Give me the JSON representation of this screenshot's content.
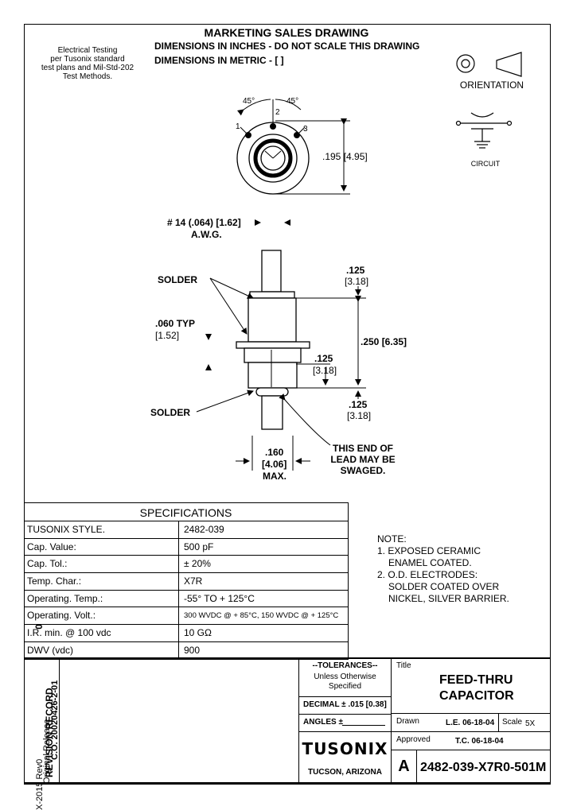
{
  "header": {
    "title": "MARKETING SALES DRAWING",
    "line1": "DIMENSIONS IN INCHES - DO NOT SCALE THIS DRAWING",
    "line2": "DIMENSIONS IN METRIC - [  ]"
  },
  "testing_note": [
    "Electrical Testing",
    "per Tusonix standard",
    "test plans and Mil-Std-202",
    "Test Methods."
  ],
  "orientation_label": "ORIENTATION",
  "circuit_label": "CIRCUIT",
  "top_view": {
    "angle_left": "45°",
    "angle_right": "45°",
    "pin1": "1",
    "pin2": "2",
    "pin3": "3",
    "dim_height": ".195 [4.95]"
  },
  "wire": {
    "gauge": "# 14 (.064) [1.62]",
    "awg": "A.W.G."
  },
  "side_view": {
    "solder_top": "SOLDER",
    "solder_bottom": "SOLDER",
    "typ_1": ".060 TYP",
    "typ_2": "[1.52]",
    "dim_a1": ".125",
    "dim_a2": "[3.18]",
    "dim_total": ".250 [6.35]",
    "dim_b1": ".125",
    "dim_b2": "[3.18]",
    "dim_c1": ".125",
    "dim_c2": "[3.18]",
    "dia_1": ".160",
    "dia_2": "[4.06]",
    "dia_3": "MAX.",
    "swage": [
      "THIS END OF",
      "LEAD MAY BE",
      "SWAGED."
    ]
  },
  "specifications": {
    "title": "SPECIFICATIONS",
    "rows": [
      {
        "key": "TUSONIX  STYLE.",
        "value": "2482-039"
      },
      {
        "key": "Cap. Value:",
        "value": "500 pF"
      },
      {
        "key": "Cap.  Tol.:",
        "value": "± 20%"
      },
      {
        "key": "Temp.  Char.:",
        "value": "X7R"
      },
      {
        "key": "Operating. Temp.:",
        "value": "-55° TO + 125°C"
      },
      {
        "key": "Operating.  Volt.:",
        "value": "300 WVDC @ + 85°C, 150 WVDC @  + 125°C"
      },
      {
        "key": "I.R. min. @ 100 vdc",
        "value": "10 GΩ"
      },
      {
        "key": "DWV (vdc)",
        "value": "900"
      }
    ]
  },
  "notes": [
    "NOTE:",
    "1.  EXPOSED CERAMIC",
    "ENAMEL COATED.",
    "2. O.D. ELECTRODES:",
    "SOLDER COATED OVER",
    "NICKEL, SILVER BARRIER."
  ],
  "revision": {
    "doc_no": "X-2015 Rev0",
    "header": "REVISION RECORD",
    "rev": "0",
    "desc": "Original Release",
    "co": "C.O. 20020426-2-01"
  },
  "tolerances": {
    "title": "--TOLERANCES--",
    "sub1": "Unless Otherwise",
    "sub2": "Specified",
    "decimal": "DECIMAL ±  .015 [0.38]",
    "angles": "ANGLES ±"
  },
  "company": {
    "name": "TUSONIX",
    "location": "TUCSON, ARIZONA"
  },
  "title_block": {
    "title_label": "Title",
    "title_1": "FEED-THRU",
    "title_2": "CAPACITOR",
    "drawn_label": "Drawn",
    "drawn_value": "L.E. 06-18-04",
    "scale_label": "Scale",
    "scale_value": "5X",
    "approved_label": "Approved",
    "approved_value": "T.C. 06-18-04",
    "size": "A",
    "part_number": "2482-039-X7R0-501M"
  }
}
